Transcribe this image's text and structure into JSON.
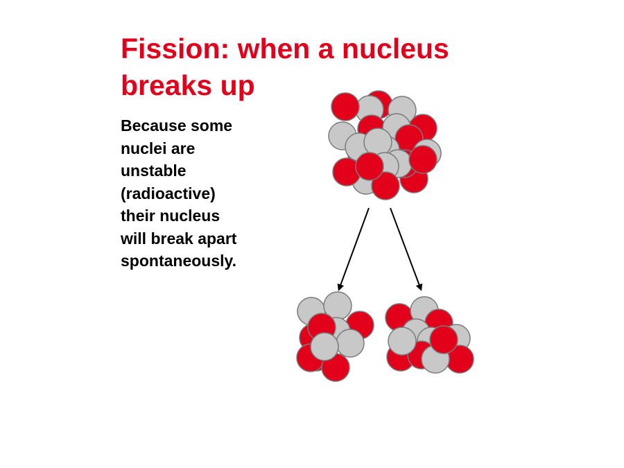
{
  "slide": {
    "title_lines": [
      "Fission: when a nucleus",
      "breaks up"
    ],
    "body_lines": [
      "Because some",
      "nuclei are",
      "unstable",
      "(radioactive)",
      "their nucleus",
      "will break apart",
      "spontaneously."
    ]
  },
  "diagram": {
    "colors": {
      "proton": "#e3001b",
      "neutron": "#c8c8c8",
      "outline": "#7a7a7a",
      "arrow": "#000000"
    },
    "parent_nucleus": {
      "proton_count": 13,
      "neutron_count": 10
    },
    "fragments": [
      {
        "name": "left-fragment",
        "proton_count": 6,
        "neutron_count": 5
      },
      {
        "name": "right-fragment",
        "proton_count": 6,
        "neutron_count": 6
      }
    ],
    "arrows": 2
  }
}
